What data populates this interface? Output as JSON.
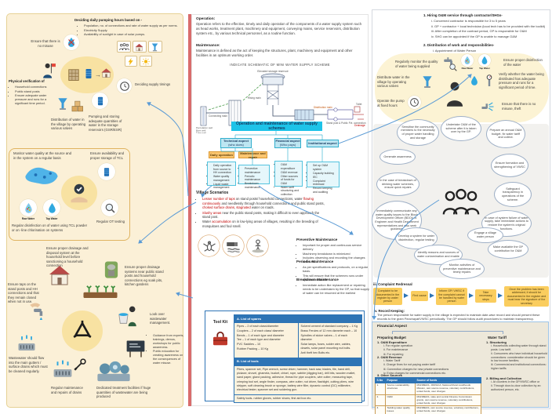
{
  "colors": {
    "left_bg": "#FBF0D7",
    "accent_cyan": "#1EC3E8",
    "aspect_blue": "#BDE6F2",
    "orange": "#FBC670",
    "table_header_blue": "#2E74B5",
    "amber": "#FACD5E",
    "red_strip": "#D96C6C",
    "beige_panel": "#EDE8DA",
    "curve_blue": "#5B9BD5",
    "highlight_red": "#C00000"
  },
  "left": {
    "pumping": {
      "title": "Deciding daily pumping hours based on -",
      "items": [
        "Population, no. of connections and rate of water supply as per norms.",
        "Electricity Supply.",
        "Availability of sunlight in case of solar pumps."
      ]
    },
    "no_misuse": "Ensure that there is no misuse",
    "physical": {
      "title": "Physical verification of",
      "items": [
        "Household connections",
        "Public stand posts",
        "Ensure adequate water pressure and runs for a significant time period."
      ]
    },
    "supply_timings": "Deciding supply timings",
    "distribution": "Distribution of water in the village by operating various valves",
    "pumping_storing": "Pumping and storing adequate quantities of water in the storage reservoirs (GSR/ESR)",
    "quality": {
      "monitor": "Monitor water quality at the source and in the system on a regular basis",
      "tcl": "Ensure availability and proper storage of TCL",
      "raw_label": "Raw Water",
      "tap_label": "Tap Water",
      "disinfection": "Regular disinfection on of water using TCL powder or on -line chlorination on systems",
      "ot": "Regular OT testing"
    },
    "waste": {
      "hh": "Ensure proper drainage and disposal system at the household level before sanctioning a household connection",
      "public": "Ensure proper drainage systems near public stand posts and household connections eg soak pits, kitchen gardens",
      "taps": "Ensure taps on the stand posts and HH connections and that they remain closed when not in use.",
      "flow": "Wastewater should flow into the main gutters / surface drains which must be cleaned regularly.",
      "look": "Look over wastewater management.",
      "guidance": [
        "Guidance from experts, trainings, demos, workshops for public awareness.",
        "Public education for creating awareness on the consequences of water misuse."
      ],
      "drains": "Regular maintenance and repairs of drains",
      "treatment": "Dedicated treatment facilities if huge quantities of wastewater are being produced"
    }
  },
  "center": {
    "operation_heading": "Operation:",
    "operation_body": "Operation refers to the effective, timely and daily operation of the components of a water supply system such as head works, treatment plant, machinery and equipment, conveying mains, service reservoirs, distribution system etc., by various technical personnel, as a routine function.",
    "maintenance_heading": "Maintenance:",
    "maintenance_body": "Maintenance is defined as the act of keeping the structures, plant, machinery and equipment and other facilities in an optimum working order.",
    "schematic": {
      "title": "INDICATE SCHEMATIC OF MINI WATER SUPPLY SCHEME",
      "esr": "Elevated storage reservoir",
      "rising": "Rising main",
      "connecting": "Connecting main",
      "chlorinated": "Chlorinated tank",
      "distribution": "Distribution main",
      "standpost": "Stand post & Public Pvt. connection",
      "toilet": "Toilet",
      "drainage": "Drainage",
      "well1": "Percolation well",
      "well2": "Bore well",
      "well3": "Tube well"
    },
    "flowchart": {
      "root": "Operation and maintenance of water supply schemes",
      "technical": "Technical aspect",
      "technical_sub": "(who does)",
      "financial": "Financial aspect",
      "financial_sub": "(Who pays)",
      "institutional": "Institutional aspect",
      "daily": "Daily operation",
      "mr": "Maintenance and repair",
      "daily_list": [
        "Daily operation from source to HH connection",
        "Water quality management",
        "Liquid waste management"
      ],
      "mr_list": [
        "Preventive maintenance",
        "Periodic maintenance",
        "Breakdown maintenance"
      ],
      "financial_list": [
        "O&M expenditure",
        "O&M revenue",
        "Other sources of funds for O&M",
        "Water tariff structuring and collection"
      ],
      "institutional_list": [
        "Set up O&M system",
        "Capacity building",
        "IEC",
        "Complaint redressal",
        "Record keeping and auditing"
      ]
    },
    "scenarios": {
      "title": "Village Scenarios",
      "items": [
        {
          "segments": [
            {
              "t": "Lesser number of taps",
              "c": "#C00000"
            },
            {
              "t": " on stand posts/ household connections, water "
            },
            {
              "t": "flowing continuously",
              "c": "#C00000"
            },
            {
              "t": " and needlessly through household connections and public stand posts, "
            },
            {
              "t": "choked surface drains",
              "c": "#C00000"
            },
            {
              "t": ", "
            },
            {
              "t": "stagnated",
              "c": "#C00000"
            },
            {
              "t": " water on roads."
            }
          ]
        },
        {
          "segments": [
            {
              "t": "Slushy areas",
              "c": "#C00000"
            },
            {
              "t": " near the public stand posts, making it difficult to even approach the stand post."
            }
          ]
        },
        {
          "segments": [
            {
              "t": "Water "
            },
            {
              "t": "accumulation",
              "c": "#C00000"
            },
            {
              "t": " on in low-lying areas of villages, resulting in the breeding of mosquitoes and foul smell."
            }
          ]
        }
      ]
    },
    "maint": {
      "preventive_title": "Preventive Maintenance",
      "preventive": [
        "Important for proper and continuous service delivery",
        "Machinery breakdown is minimized",
        "Includes observing and recording the changes observed"
      ],
      "periodic_title": "Periodic Maintenance",
      "periodic": [
        "As per specifications and protocols, on a regular basis.",
        "This will ensure that the schemes runs under optimal conditions."
      ],
      "breakdown_title": "Breakdown Maintenance",
      "breakdown": [
        "Immediate action like replacement or repairing needs to be undertaken by the GP, so that supply of water can be resumed at the earliest"
      ]
    },
    "toolkit": {
      "label": "Tool Kit",
      "spares_header": "A. List of spares",
      "spares_left": [
        "Pipes – 2 of each class/diameter",
        "Couplers – 2 of each class/ diameter",
        "Bends – 1 of each type and diameter",
        "Tee – 1 of each type and diameter",
        "PVC Saddles – 10",
        "Rubber Packing – 10 Kg"
      ],
      "spares_right": [
        "Solvent cement of standard company – 1 Kg",
        "Brass Ferules of 12 mm diameter each – 10",
        "Spindles of sluice valves – 1 of each diameter",
        "Solar lamps, fuses, solder wire, cables, dowels, solar panel mounting nut bolts.",
        "Anti theft hex Bolts etc."
      ],
      "tools_header": "B. List of tools",
      "tools_text": "Pliers, spanner set, Pipe wrench, screw driver, hammer, hack saw, blades, file, hand drill, pickaxe, shovel, ghamela, bucket, chisel, rope, sabble (digging bar), drill bits, wooden mallet, sand paper, gland packing, adhesive, thread for pipe couplers, wire cutter, measuring tape, crimping tool set, angle finder, compass, wire cutter, nut driver, flashlight, cutting pliers, wire stripper, soft cleaning brush or sponge, battery wire filler, dynamic control (DC) millimetre, electrical tester, spanner set and soldering gun.",
      "safety_text": "Safety tools- rubber gloves, rubber shoes, first aid box etc."
    }
  },
  "right": {
    "hiring_title": "1. Hiring O&M service through contractor/SHGs-",
    "hiring_items": [
      "i.   Concerned contractor is responsible for 3 to 5 years",
      "ii.  GP + contractor + local technician (local tech has to be provided with the toolkit)",
      "iii. After completion of the contract period, GP is responsible for O&M",
      "iv.  SHG can be appointed if the GP is unable to manage O&M"
    ],
    "dist_title": "2. Distribution of work and responsibilities-",
    "dist_items": [
      "i.   Appointment of Water Person"
    ],
    "water_person": {
      "monitor": "Regularly monitor the quality of water being supplied",
      "disinfect": "Ensure proper disinfection of the water",
      "raw_label": "Raw Water",
      "tap_label": "Tap Water",
      "distribute": "Distribute water in the village by operating various valves",
      "verify": "Verify whether the water being distributed has adequate pressure and runs for a significant period of time.",
      "pump": "Operate the pump at fixed hours",
      "misuse": "Ensure that there is no misuse, theft"
    },
    "bubbles": [
      "Sensitise the community members to the necessity of proper water handling and storage",
      "Undertake O&M of the scheme after it is taken over by the GP.",
      "Prepare an annual O&M budget, fix water tariff and collect.",
      "Generate awareness",
      "Ensure formation and strengthening of VWSC",
      "In the case of breakdown of drinking water schemes, ensure quick repairs",
      "Safeguard transparency in operations of the scheme.",
      "Immediately communicate any water quality issues to the Block Development Officer (BDO)/ Jr. Engineer and Health Department representatives and also seek guidance",
      "In case of system failure of water supply, take immediate actions to restore the system's original functions.",
      "Develop a system for water disinfection, regular testing",
      "Make available the GP contribution for O&M",
      "Identify reasons and sources of water contamination and enable",
      "Engage a village water person",
      "Monitor activities of preventive maintenance and timely repairs"
    ],
    "complaint_title": "iii. Complaint Redressal",
    "complaint_steps": [
      "Complaint to be documented in the register by water person",
      "Find cause",
      "Inform GP/ VWSC if the complaint cannot be handled by water person",
      "Take necessary steps",
      "Once the problem has been addressed, it should be documented in the register and must bear the signature of the secretary"
    ],
    "record_title": "iv. Record Keeping:",
    "record_text": "The person responsible for water supply in the village is expected to maintain date-wise record and should present these records to the gram Panchayat/VWSC periodically. The GP should follow audit procedures to maintain transparency.",
    "financial": {
      "title": "Financial Aspect",
      "budget_title": "Preparing Budget",
      "exp_title": "1. O&M Expenditure",
      "exp_items": [
        "i.   For regular operation",
        "ii.  For maintenance",
        "iii. For repairing"
      ],
      "rev_title": "2. O&M Revenue",
      "rev_items": [
        "i.   Water Tariff",
        "ii.  Charge fines for not paying water tariff",
        "iii. Connection charges for new private connections",
        "iv.  Extra charges for commercial connections etc."
      ],
      "other_title": "3. Other Sources",
      "table": {
        "h1": "S.No",
        "h2": "Purpose",
        "h3": "Source of funds",
        "rows": [
          [
            "1.",
            "Source sustainability structures",
            "MGNREGS, JJM/GCA, National Rural Livelihoods Mission, own source revenue, voluntary contributions, untied funds, user charges"
          ],
          [
            "2.",
            "O&M",
            "MGNREGS, state and central Finance Commission grants, own source revenue, voluntary contributions, untied funds, user charges"
          ],
          [
            "3.",
            "Tackling water quality issues",
            "MGNREGS, own source revenue, voluntary contributions, untied funds, user charges"
          ],
          [
            "4.",
            "Training and IEC activities",
            "MGNREGS, own source revenue, voluntary contributions, untied funds, user charges"
          ]
        ]
      },
      "tariff_title": "Water Tariff",
      "struct_title": "1. Structuring",
      "struct_items": [
        "i.   Households collecting water through stand posts: Low tariff.",
        "ii.  Consumers who have individual household connections: consideration should be given to low income families;",
        "iii. Commercial and institutional connections: higher tariffs"
      ],
      "billing_title": "2. Billing and Collection",
      "billing_items": [
        "i.   At counters in the GP/VWSC office or",
        "ii.  Through door-to-door collection by an authorized person, etc."
      ]
    }
  }
}
